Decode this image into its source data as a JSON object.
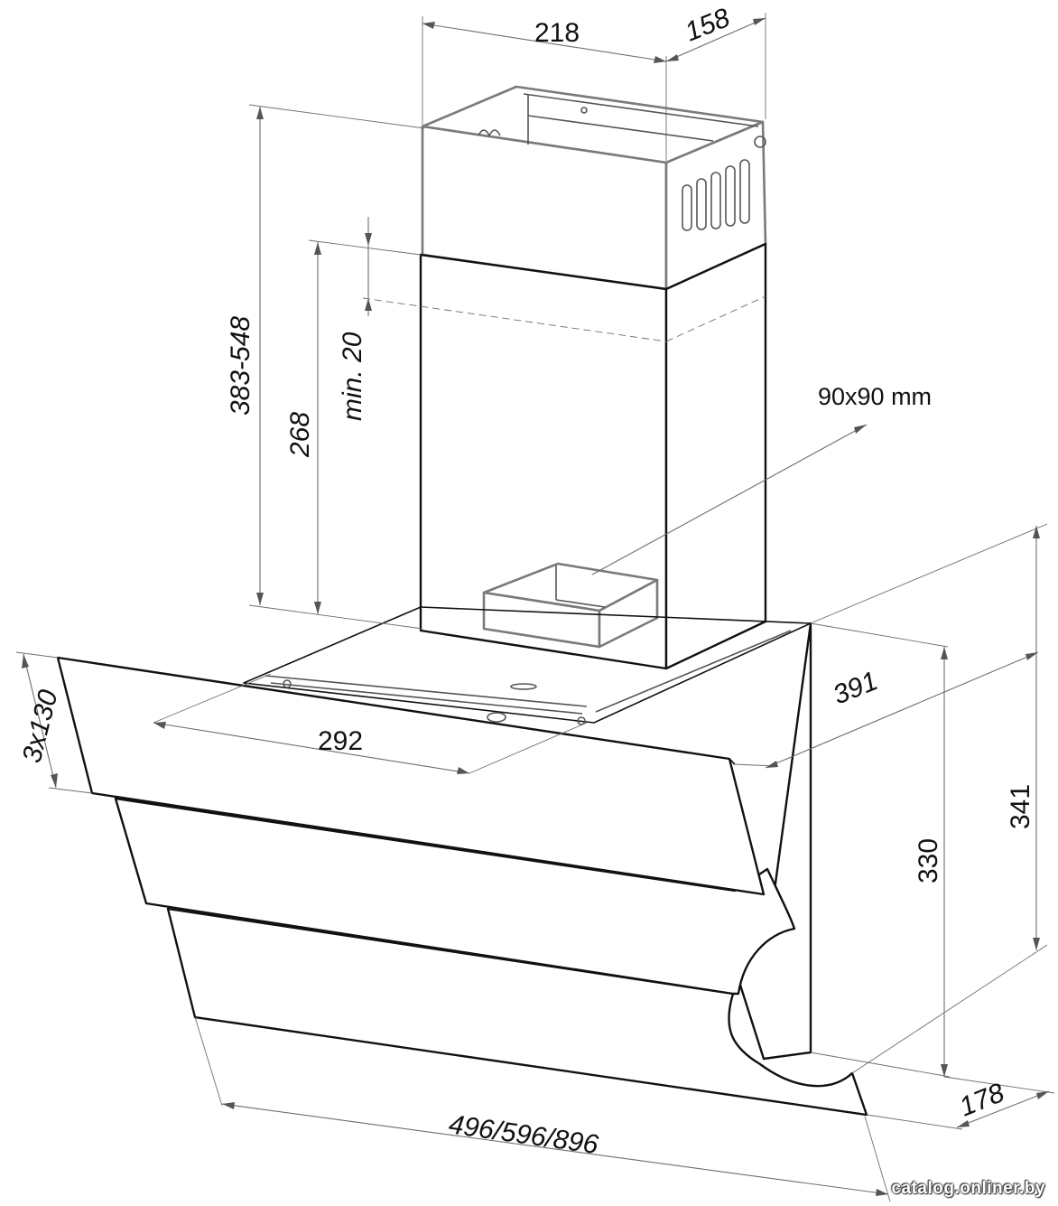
{
  "diagram": {
    "dimensions": {
      "duct_width": "218",
      "duct_depth": "158",
      "duct_height_range": "383-548",
      "duct_lower_height": "268",
      "overlap_min": "min. 20",
      "outlet_size": "90x90 mm",
      "mount_spacing": "292",
      "side_depth": "391",
      "glass_panels": "3x130",
      "total_height": "341",
      "body_height": "330",
      "bottom_depth": "178",
      "widths": "496/596/896"
    },
    "watermark": "catalog.onliner.by"
  }
}
